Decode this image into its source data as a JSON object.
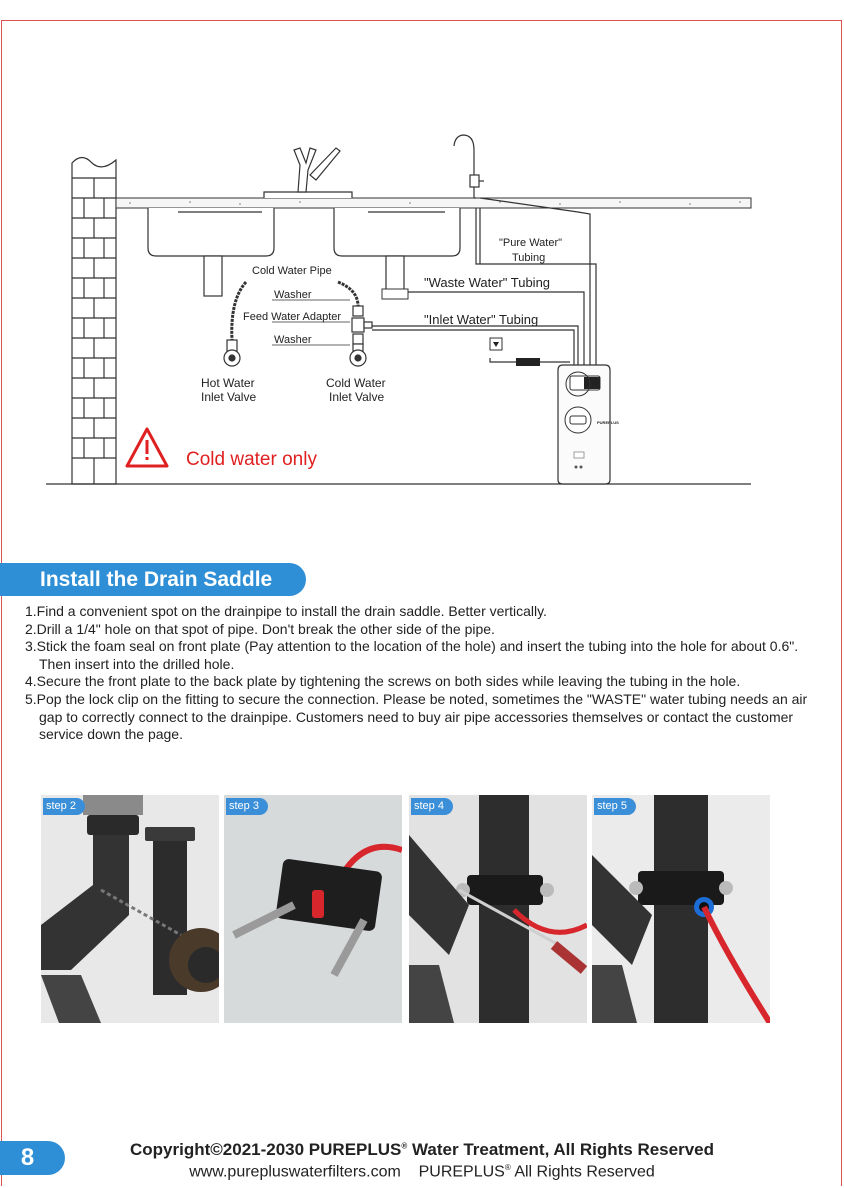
{
  "diagram": {
    "labels": {
      "pure_water_line1": "\"Pure Water\"",
      "pure_water_line2": "Tubing",
      "cold_water_pipe": "Cold Water Pipe",
      "waste_water": "\"Waste Water\" Tubing",
      "washer_top": "Washer",
      "feed_water_adapter": "Feed Water Adapter",
      "inlet_water": "\"Inlet Water\" Tubing",
      "washer_bottom": "Washer",
      "hot_valve_line1": "Hot Water",
      "hot_valve_line2": "Inlet Valve",
      "cold_valve_line1": "Cold Water",
      "cold_valve_line2": "Inlet Valve",
      "warning": "Cold water only"
    },
    "unit_brand": "PUREPLUS",
    "warning_color": "#e02020"
  },
  "section": {
    "title": "Install the Drain Saddle",
    "steps": [
      "1.Find a convenient spot on the drainpipe to install the drain saddle. Better vertically.",
      "2.Drill a 1/4\" hole on that spot of pipe. Don't break the other side of the pipe.",
      "3.Stick the foam seal on front plate (Pay attention to the location of the hole) and insert the tubing into the hole for about 0.6\". Then insert into the drilled hole.",
      "4.Secure the front plate to the back plate by tightening the screws on both sides while leaving the tubing in the hole.",
      "5.Pop the lock clip on the fitting to secure the connection. Please be noted, sometimes the \"WASTE\" water tubing needs an air gap to correctly connect to the drainpipe. Customers need to buy air pipe accessories themselves or contact the customer service down the page."
    ]
  },
  "photos": [
    {
      "label": "step 2"
    },
    {
      "label": "step 3"
    },
    {
      "label": "step 4"
    },
    {
      "label": "step 5"
    }
  ],
  "footer": {
    "page_number": "8",
    "copyright_prefix": "Copyright©2021-2030 PUREPLUS",
    "copyright_suffix": " Water Treatment, All Rights Reserved",
    "website": "www.pureplus waterfilters.com",
    "website_clean": "www.purepluswaterfilters.com",
    "rights_prefix": "PUREPLUS",
    "rights_suffix": " All Rights Reserved",
    "reg_mark": "®"
  },
  "colors": {
    "accent": "#2f8fd6",
    "tubing_red": "#d8262d"
  }
}
